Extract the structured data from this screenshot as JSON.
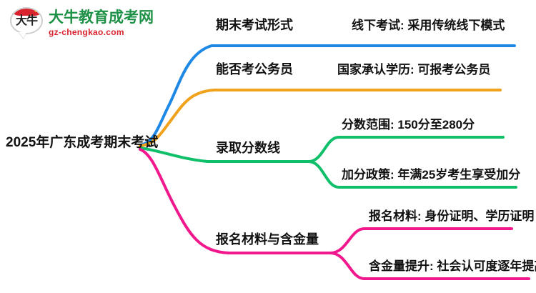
{
  "logo": {
    "mark_text": "大牛",
    "mark_name": "daniu-speech-bubble-logo",
    "title": "大牛教育成考网",
    "subtitle": "gz-chengkao.com",
    "title_color": "#1e9147",
    "subtitle_color": "#d9232e",
    "cap_color": "#d9232e"
  },
  "mindmap": {
    "root": {
      "label": "2025年广东成考期末考试"
    },
    "branches": [
      {
        "label": "期末考试形式",
        "color": "#1e88e5",
        "children": [
          {
            "label": "线下考试: 采用传统线下模式"
          }
        ]
      },
      {
        "label": "能否考公务员",
        "color": "#f0a21c",
        "children": [
          {
            "label": "国家承认学历: 可报考公务员"
          }
        ]
      },
      {
        "label": "录取分数线",
        "color": "#0fbf6a",
        "children": [
          {
            "label": "分数范围: 150分至280分"
          },
          {
            "label": "加分政策: 年满25岁考生享受加分"
          }
        ]
      },
      {
        "label": "报名材料与含金量",
        "color": "#f0188c",
        "children": [
          {
            "label": "报名材料: 身份证明、学历证明"
          },
          {
            "label": "含金量提升: 社会认可度逐年提高"
          }
        ]
      }
    ]
  }
}
